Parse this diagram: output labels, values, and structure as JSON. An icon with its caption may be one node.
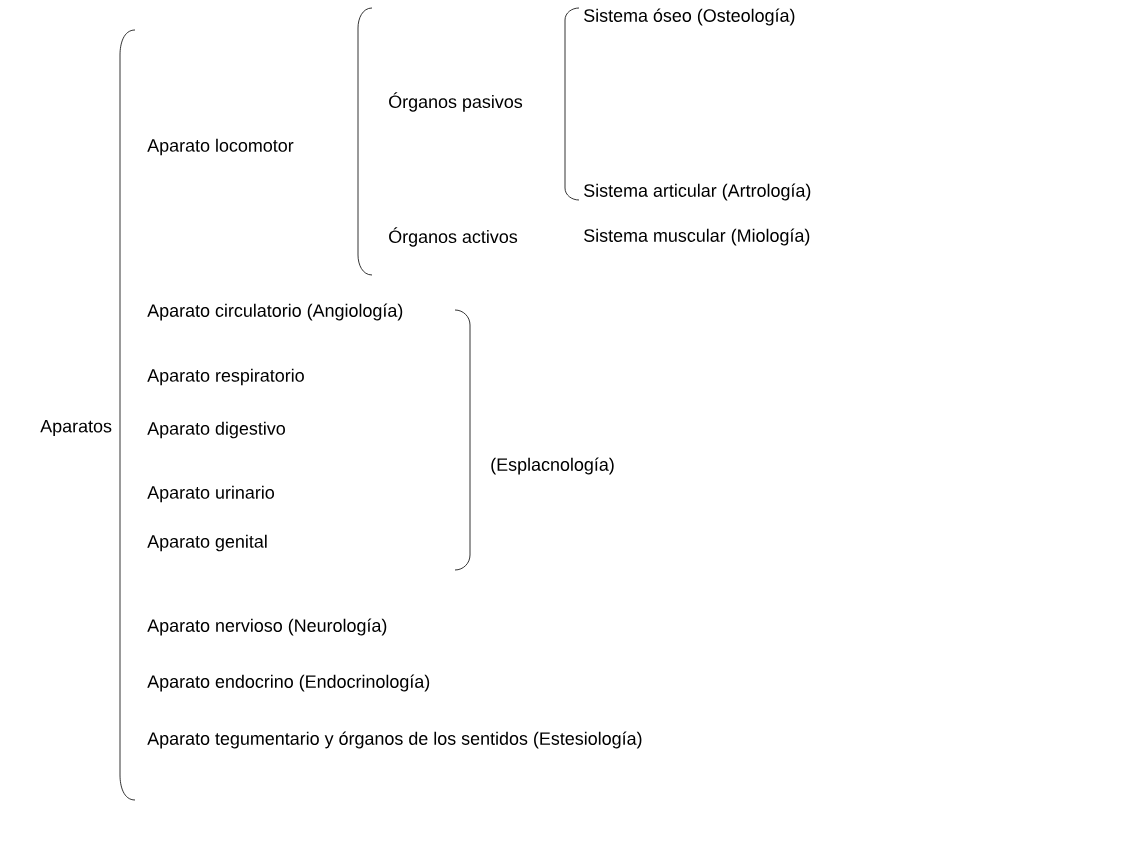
{
  "diagram": {
    "labels": [
      "Sistema óseo (Osteología)",
      "Órganos pasivos",
      "Aparato locomotor",
      "Sistema articular (Artrología)",
      "Órganos activos",
      "Sistema muscular (Miología)",
      "Aparato circulatorio (Angiología)",
      "Aparato respiratorio",
      "Aparatos",
      "Aparato digestivo",
      "(Esplacnología)",
      "Aparato urinario",
      "Aparato genital",
      "Aparato nervioso (Neurología)",
      "Aparato endocrino (Endocrinología)",
      "Aparato tegumentario y órganos de los sentidos (Estesiología)"
    ]
  }
}
